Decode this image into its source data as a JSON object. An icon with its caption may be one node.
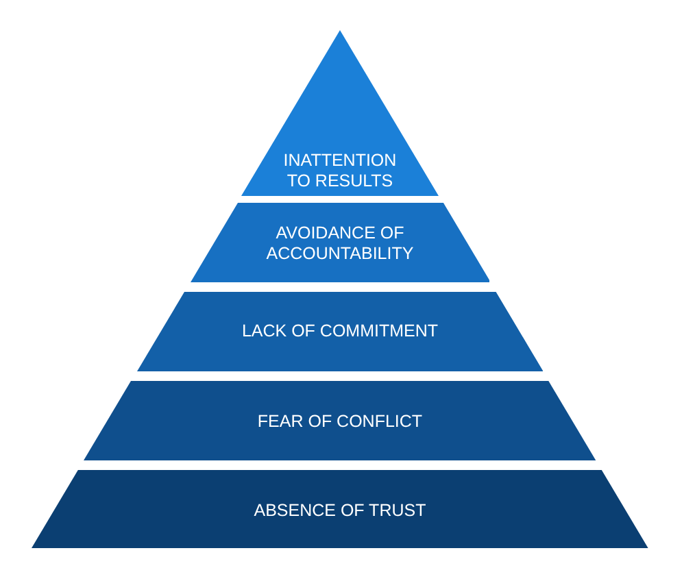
{
  "diagram": {
    "nodes": [
      {
        "text": [
          "INATTENTION TO RESULTS"
        ]
      },
      {
        "text": [
          "AVOIDANCE OF ACCOUNTABILITY"
        ]
      },
      {
        "text": [
          "LACK OF COMMITMENT"
        ]
      },
      {
        "text": [
          "FEAR OF CONFLICT"
        ]
      },
      {
        "text": [
          "ABSENCE OF TRUST"
        ]
      }
    ]
  }
}
